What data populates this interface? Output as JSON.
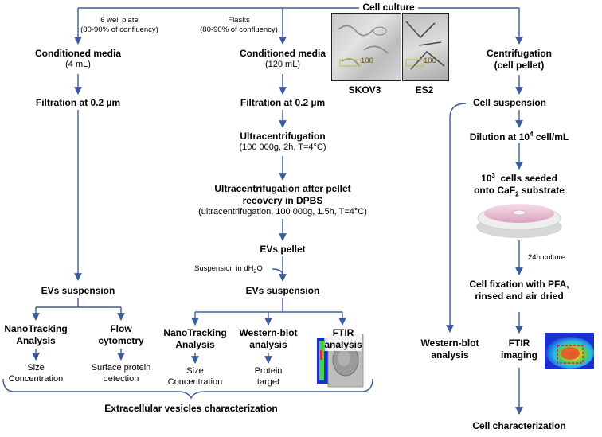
{
  "diagram": {
    "root": "Cell culture",
    "left_branch": {
      "container_label": "6 well plate",
      "container_note": "(80-90% of confluency)",
      "media_title": "Conditioned media",
      "media_volume": "(4 mL)",
      "filtration": "Filtration at 0.2 µm",
      "evs_suspension": "EVs suspension",
      "analyses": [
        {
          "title_lines": [
            "NanoTracking",
            "Analysis"
          ],
          "result_lines": [
            "Size",
            "Concentration"
          ]
        },
        {
          "title_lines": [
            "Flow",
            "cytometry"
          ],
          "result_lines": [
            "Surface protein",
            "detection"
          ]
        }
      ]
    },
    "middle_branch": {
      "container_label": "Flasks",
      "container_note": "(80-90% of confluency)",
      "media_title": "Conditioned media",
      "media_volume": "(120 mL)",
      "filtration": "Filtration at 0.2 µm",
      "uc1_title": "Ultracentrifugation",
      "uc1_params": "(100 000g, 2h, T=4°C)",
      "uc2_title_lines": [
        "Ultracentrifugation after pellet",
        "recovery in DPBS"
      ],
      "uc2_params": "(ultracentrifugation, 100 000g, 1.5h, T=4°C)",
      "evs_pellet": "EVs pellet",
      "suspension_note_prefix": "Suspension in dH",
      "suspension_note_sub": "2",
      "suspension_note_suffix": "O",
      "evs_suspension": "EVs suspension",
      "analyses": [
        {
          "title_lines": [
            "NanoTracking",
            "Analysis"
          ],
          "result_lines": [
            "Size",
            "Concentration"
          ]
        },
        {
          "title_lines": [
            "Western-blot",
            "analysis"
          ],
          "result_lines": [
            "Protein",
            "target"
          ]
        },
        {
          "title_lines": [
            "FTIR",
            "analysis"
          ],
          "result_lines": []
        }
      ]
    },
    "cell_images": [
      {
        "label": "SKOV3",
        "scale_text": "100"
      },
      {
        "label": "ES2",
        "scale_text": "100"
      }
    ],
    "right_branch": {
      "centrifugation_lines": [
        "Centrifugation",
        "(cell pellet)"
      ],
      "cell_suspension": "Cell  suspension",
      "dilution_prefix": "Dilution at 10",
      "dilution_sup": "4",
      "dilution_suffix": " cell/mL",
      "seeded_prefix": "10",
      "seeded_sup": "3",
      "seeded_mid": "  cells seeded",
      "seeded_line2_prefix": "onto CaF",
      "seeded_line2_sub": "2",
      "seeded_line2_suffix": " substrate",
      "culture_note": "24h culture",
      "fixation_lines": [
        "Cell fixation with PFA,",
        "rinsed and air dried"
      ],
      "western_lines": [
        "Western-blot",
        "analysis"
      ],
      "ftir_lines": [
        "FTIR",
        "imaging"
      ],
      "final": "Cell characterization"
    },
    "bottom_label": "Extracellular vesicles characterization",
    "colors": {
      "arrow": "#3b5c9a",
      "text": "#000000",
      "heatmap_blue": "#1a2fd0",
      "heatmap_red": "#e0342a",
      "dashed_box": "#d01818"
    }
  }
}
